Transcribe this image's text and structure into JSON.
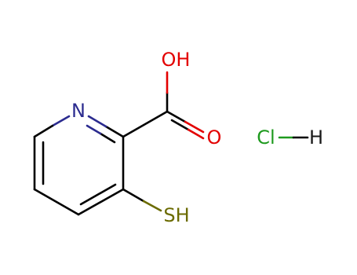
{
  "molecule": {
    "atoms": {
      "N": {
        "text": "N",
        "color": "#2b2b8f"
      },
      "OH": {
        "text": "OH",
        "color": "#e30000"
      },
      "O": {
        "text": "O",
        "color": "#e30000"
      },
      "SH": {
        "text": "SH",
        "color": "#6b6b00"
      },
      "Cl": {
        "text": "Cl",
        "color": "#1e9a1e"
      },
      "H": {
        "text": "H",
        "color": "#1a1a1a"
      }
    },
    "bond_color": "#000000"
  }
}
